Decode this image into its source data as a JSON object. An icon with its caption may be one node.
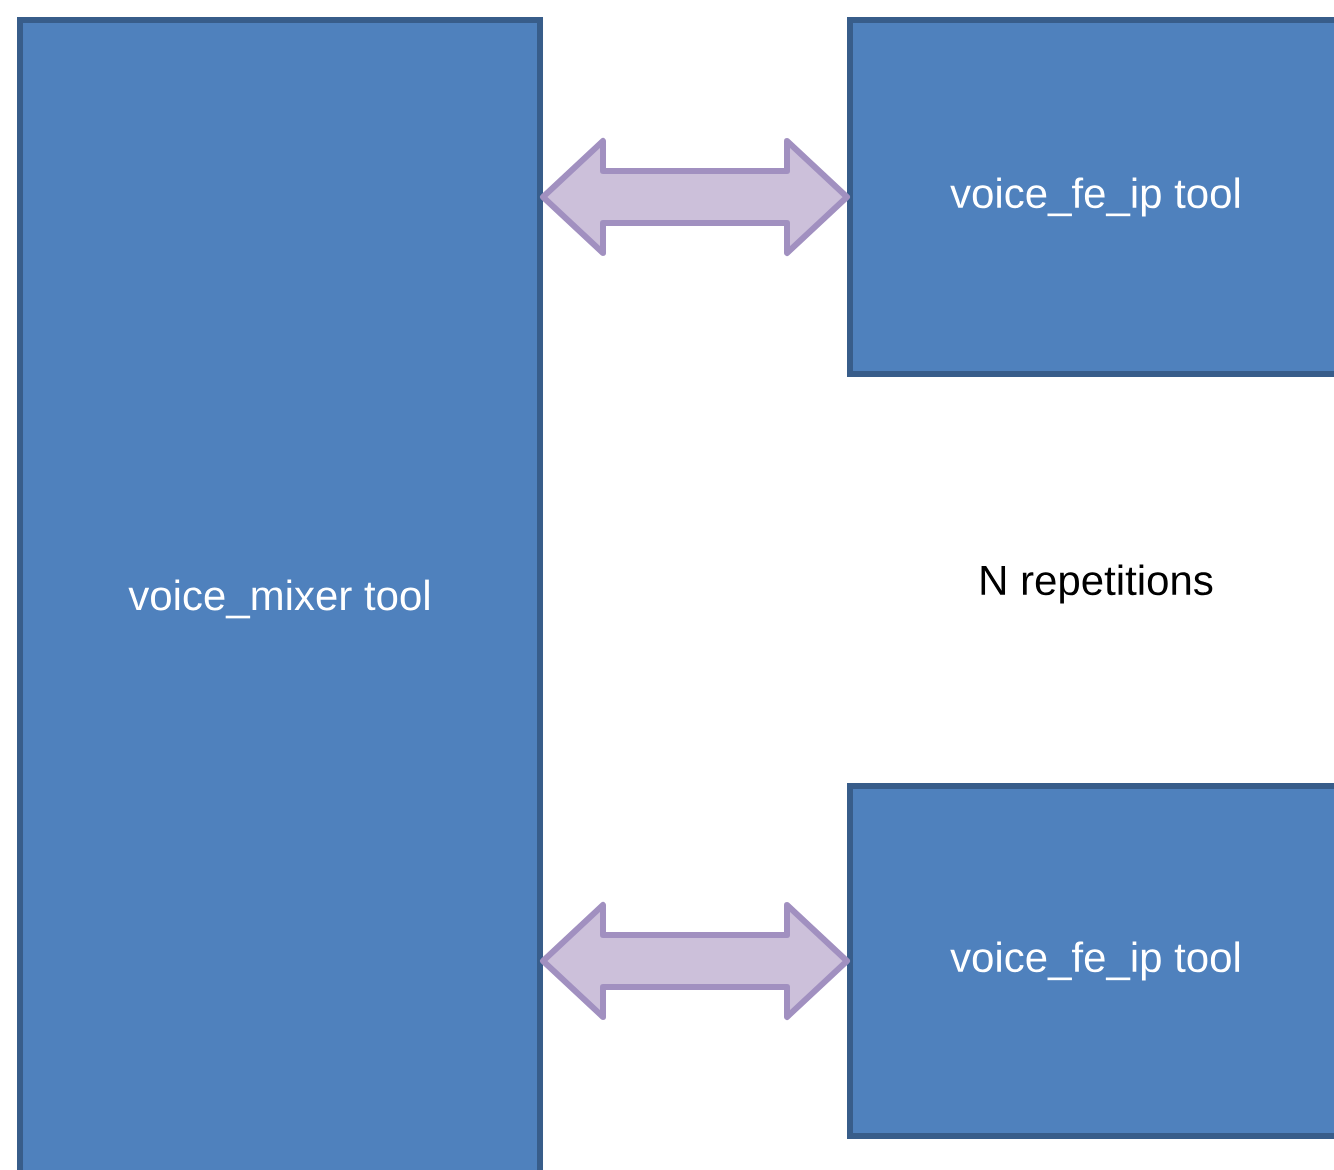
{
  "diagram": {
    "nodes": [
      {
        "text": [
          "voice_mixer tool"
        ]
      },
      {
        "text": [
          "voice_fe_ip tool"
        ]
      },
      {
        "text": [
          "voice_fe_ip tool"
        ]
      }
    ],
    "edges": [
      {
        "from": 0,
        "to": 1,
        "arrow": "both"
      },
      {
        "from": 0,
        "to": 2,
        "arrow": "both"
      }
    ],
    "labels": [
      "N repetitions"
    ]
  }
}
